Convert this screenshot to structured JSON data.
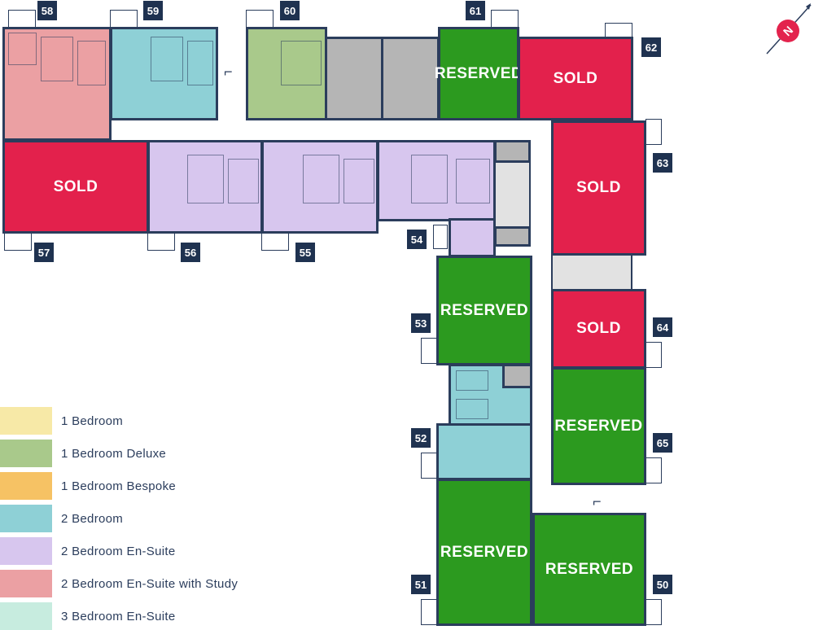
{
  "compass": {
    "label": "N",
    "color": "#e3234d"
  },
  "colors": {
    "sold": "#e3214c",
    "reserved": "#2c9a1f",
    "outline": "#2b3d5c",
    "label_bg": "#1f3250"
  },
  "units": {
    "u50": {
      "number": "50",
      "status": "RESERVED"
    },
    "u51": {
      "number": "51",
      "status": "RESERVED"
    },
    "u52": {
      "number": "52"
    },
    "u53": {
      "number": "53",
      "status": "RESERVED"
    },
    "u54": {
      "number": "54"
    },
    "u55": {
      "number": "55"
    },
    "u56": {
      "number": "56"
    },
    "u57": {
      "number": "57",
      "status": "SOLD"
    },
    "u58": {
      "number": "58"
    },
    "u59": {
      "number": "59"
    },
    "u60": {
      "number": "60"
    },
    "u61": {
      "number": "61",
      "status": "RESERVED"
    },
    "u62": {
      "number": "62",
      "status": "SOLD"
    },
    "u63": {
      "number": "63",
      "status": "SOLD"
    },
    "u64": {
      "number": "64",
      "status": "SOLD"
    },
    "u65": {
      "number": "65",
      "status": "RESERVED"
    }
  },
  "legend": [
    {
      "label": "1 Bedroom",
      "color": "#f7e9a7"
    },
    {
      "label": "1 Bedroom Deluxe",
      "color": "#a9c98b"
    },
    {
      "label": "1 Bedroom Bespoke",
      "color": "#f6c264"
    },
    {
      "label": "2 Bedroom",
      "color": "#8ed0d6"
    },
    {
      "label": "2 Bedroom En-Suite",
      "color": "#d7c6ee"
    },
    {
      "label": "2 Bedroom En-Suite with Study",
      "color": "#eba0a3"
    },
    {
      "label": "3 Bedroom En-Suite",
      "color": "#c7ecdf"
    }
  ]
}
